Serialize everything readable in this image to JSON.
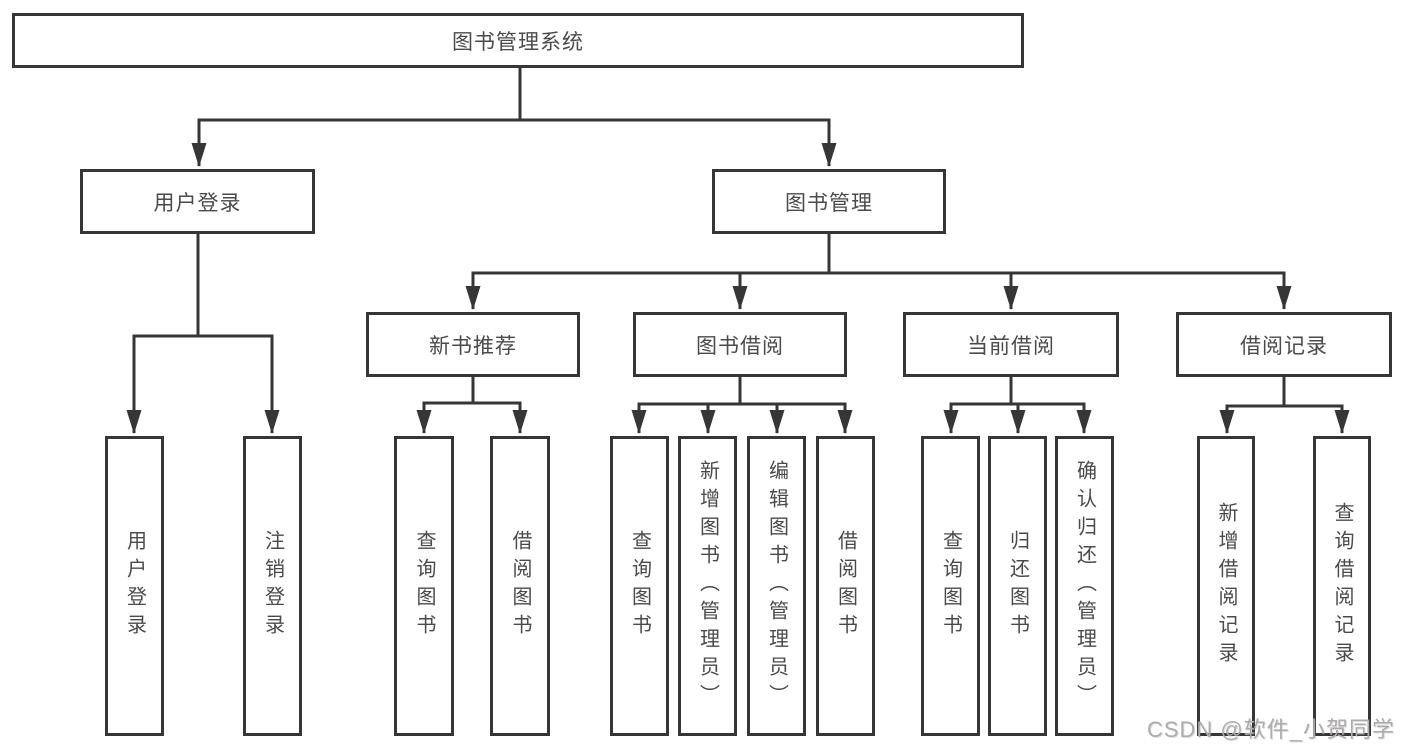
{
  "diagram": {
    "root": {
      "label": "图书管理系统"
    },
    "branches": [
      {
        "label": "用户登录",
        "children": [
          {
            "label": "用户登录"
          },
          {
            "label": "注销登录"
          }
        ]
      },
      {
        "label": "图书管理",
        "children": [
          {
            "label": "新书推荐",
            "children": [
              {
                "label": "查询图书"
              },
              {
                "label": "借阅图书"
              }
            ]
          },
          {
            "label": "图书借阅",
            "children": [
              {
                "label": "查询图书"
              },
              {
                "label": "新增图书（管理员）"
              },
              {
                "label": "编辑图书（管理员）"
              },
              {
                "label": "借阅图书"
              }
            ]
          },
          {
            "label": "当前借阅",
            "children": [
              {
                "label": "查询图书"
              },
              {
                "label": "归还图书"
              },
              {
                "label": "确认归还（管理员）"
              }
            ]
          },
          {
            "label": "借阅记录",
            "children": [
              {
                "label": "新增借阅记录"
              },
              {
                "label": "查询借阅记录"
              }
            ]
          }
        ]
      }
    ],
    "style": {
      "line_color": "#363636",
      "text_color": "#4a4a4a",
      "background": "#ffffff"
    }
  },
  "watermark": {
    "text": "CSDN @软件_小贺同学",
    "color": "#aeabab"
  }
}
